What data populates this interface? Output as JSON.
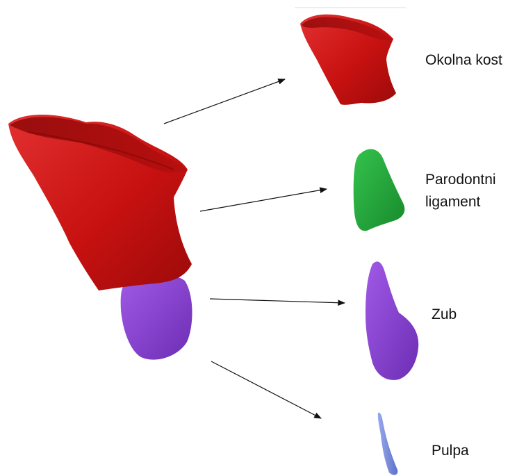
{
  "labels": {
    "bone": "Okolna kost",
    "ligament_line1": "Parodontni",
    "ligament_line2": "ligament",
    "tooth": "Zub",
    "pulp": "Pulpa"
  },
  "colors": {
    "bone": "#d11414",
    "ligament": "#22a83a",
    "tooth": "#8a3fd2",
    "pulp": "#7d8fdc",
    "arrow": "#111111"
  }
}
